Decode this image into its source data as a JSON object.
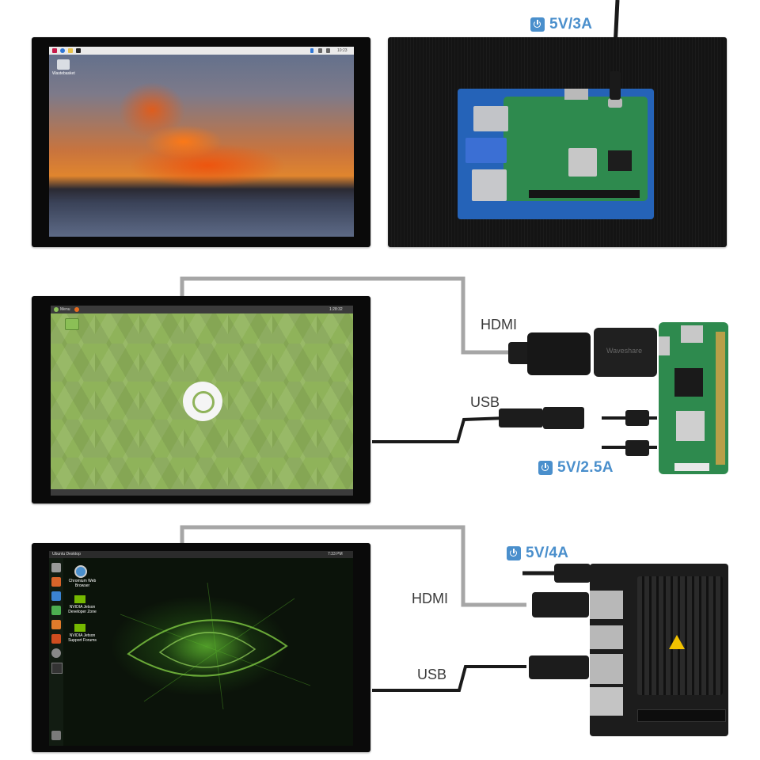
{
  "row1": {
    "power_label": "5V/3A",
    "desktop_icon_label": "Wastebasket",
    "clock": "10:23"
  },
  "row2": {
    "hdmi_label": "HDMI",
    "usb_label": "USB",
    "power_label": "5V/2.5A",
    "menu_label": "Menu",
    "clock": "1:28:32",
    "adapter_label": "Waveshare"
  },
  "row3": {
    "power_label": "5V/4A",
    "hdmi_label": "HDMI",
    "usb_label": "USB",
    "window_title": "Ubuntu Desktop",
    "clock": "7:33 PM",
    "desktop_icons": [
      "Chromium Web Browser",
      "NVIDIA Jetson Developer Zone",
      "NVIDIA Jetson Support Forums"
    ]
  },
  "colors": {
    "accent": "#4a8fcc",
    "cable_gray": "#a6a6a6",
    "pcb_green": "#2e8a4e",
    "jetson_black": "#1c1c1c"
  }
}
